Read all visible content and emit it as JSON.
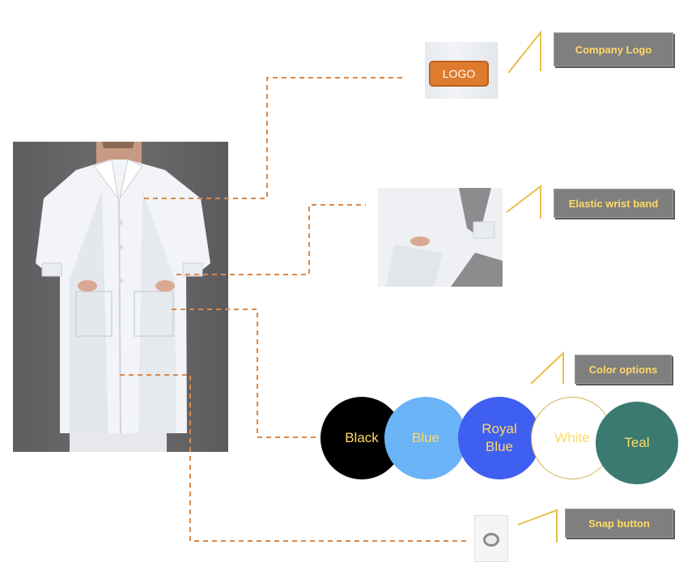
{
  "callouts": {
    "logo": "Company Logo",
    "wrist": "Elastic wrist band",
    "colors": "Color options",
    "snap": "Snap button"
  },
  "logo_badge": "LOGO",
  "color_options": [
    {
      "name": "Black",
      "fill": "#000000",
      "text": "#ffd966"
    },
    {
      "name": "Blue",
      "fill": "#6ab4f7",
      "text": "#ffd966"
    },
    {
      "name": "Royal Blue",
      "fill": "#3f5ff0",
      "text": "#ffd966"
    },
    {
      "name": "White",
      "fill": "#ffffff",
      "text": "#ffd966",
      "border": "#d4b24c"
    },
    {
      "name": "Teal",
      "fill": "#3a7a70",
      "text": "#ffd966"
    }
  ],
  "accent_colors": {
    "leader_line": "#d9894a",
    "label_bg": "#7f7f7f",
    "label_text": "#ffd966",
    "pointer": "#e8c04a"
  }
}
